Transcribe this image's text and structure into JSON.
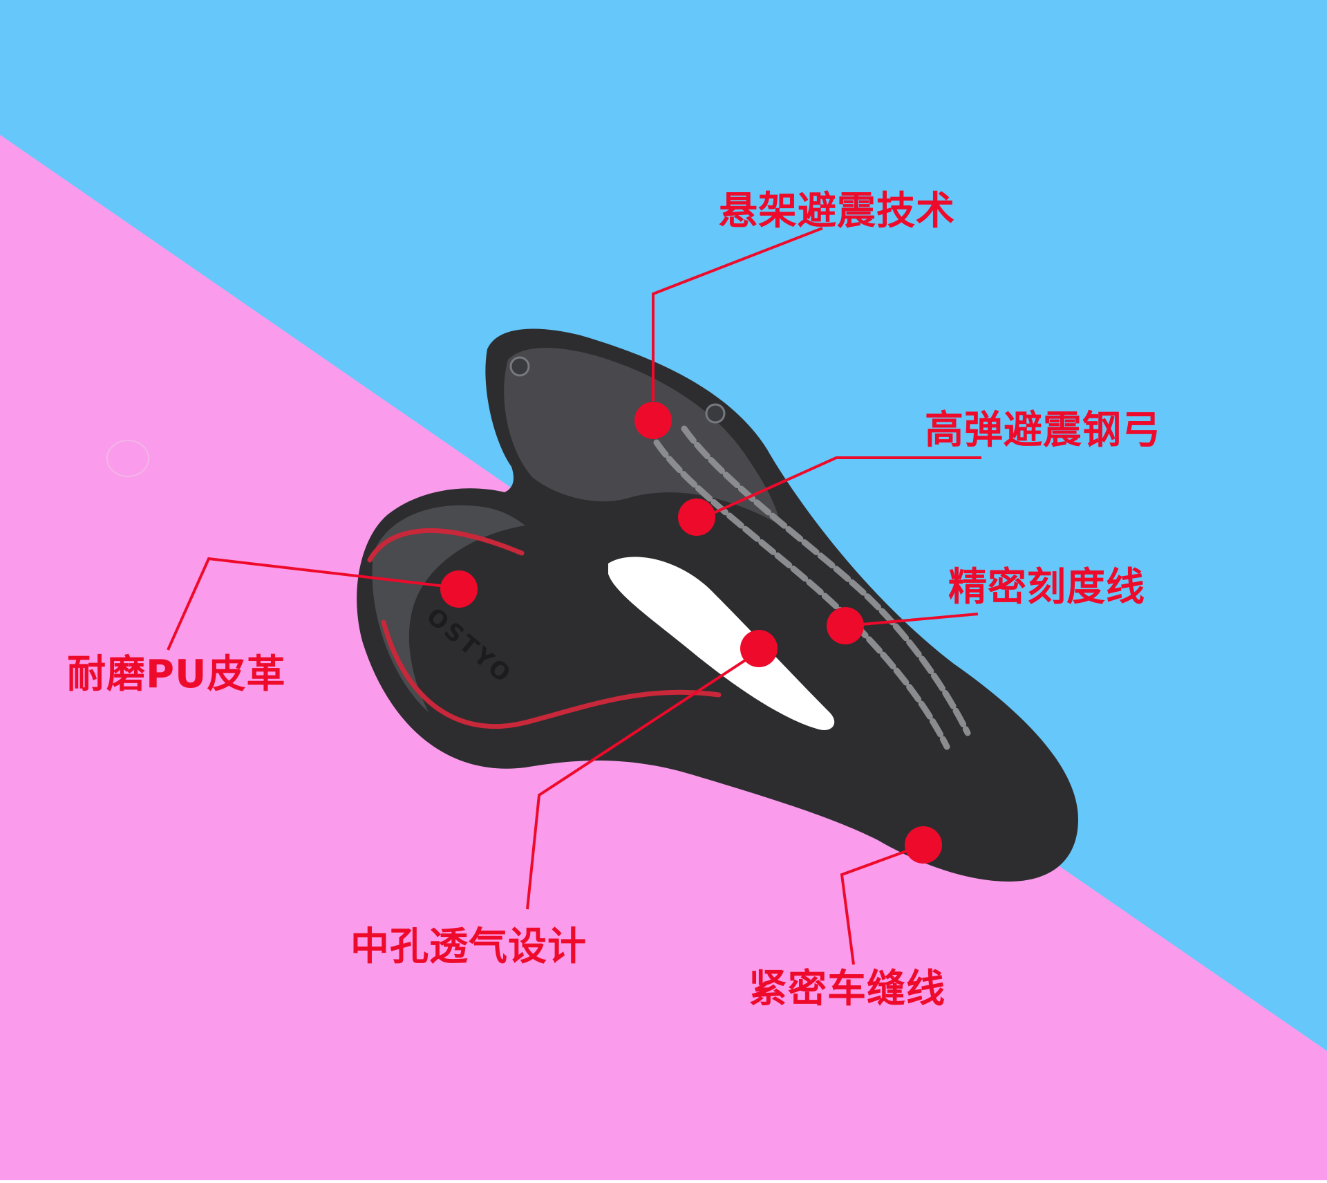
{
  "colors": {
    "sky": "#66c8fa",
    "pink": "#fa9ceb",
    "accent_red": "#ee0a2a",
    "saddle_dark": "#2d2d30",
    "saddle_mid": "#55565a",
    "stripe_red": "#c8283a",
    "rail_gray": "#8a8c90",
    "hole_white": "#ffffff"
  },
  "brand_mark": "OSTYO",
  "callouts": [
    {
      "id": "suspension",
      "label": "悬架避震技术"
    },
    {
      "id": "spring",
      "label": "高弹避震钢弓"
    },
    {
      "id": "scale",
      "label": "精密刻度线"
    },
    {
      "id": "leather",
      "label": "耐磨PU皮革"
    },
    {
      "id": "vent",
      "label": "中孔透气设计"
    },
    {
      "id": "stitch",
      "label": "紧密车缝线"
    }
  ]
}
